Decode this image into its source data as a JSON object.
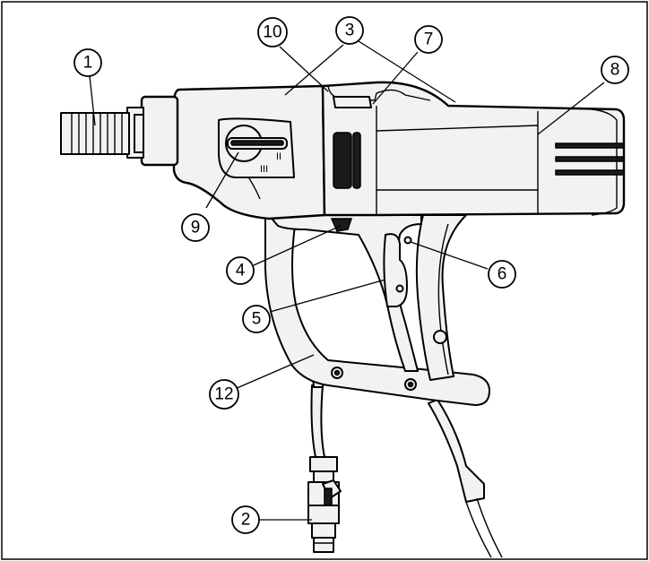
{
  "colors": {
    "stroke": "#000000",
    "fill": "#f2f2f2",
    "background": "#ffffff"
  },
  "speed_marks": [
    "III",
    "II"
  ],
  "callouts": [
    {
      "id": "1",
      "label": "1"
    },
    {
      "id": "2",
      "label": "2"
    },
    {
      "id": "3",
      "label": "3"
    },
    {
      "id": "4",
      "label": "4"
    },
    {
      "id": "5",
      "label": "5"
    },
    {
      "id": "6",
      "label": "6"
    },
    {
      "id": "7",
      "label": "7"
    },
    {
      "id": "8",
      "label": "8"
    },
    {
      "id": "9",
      "label": "9"
    },
    {
      "id": "10",
      "label": "10"
    },
    {
      "id": "12",
      "label": "12"
    }
  ]
}
